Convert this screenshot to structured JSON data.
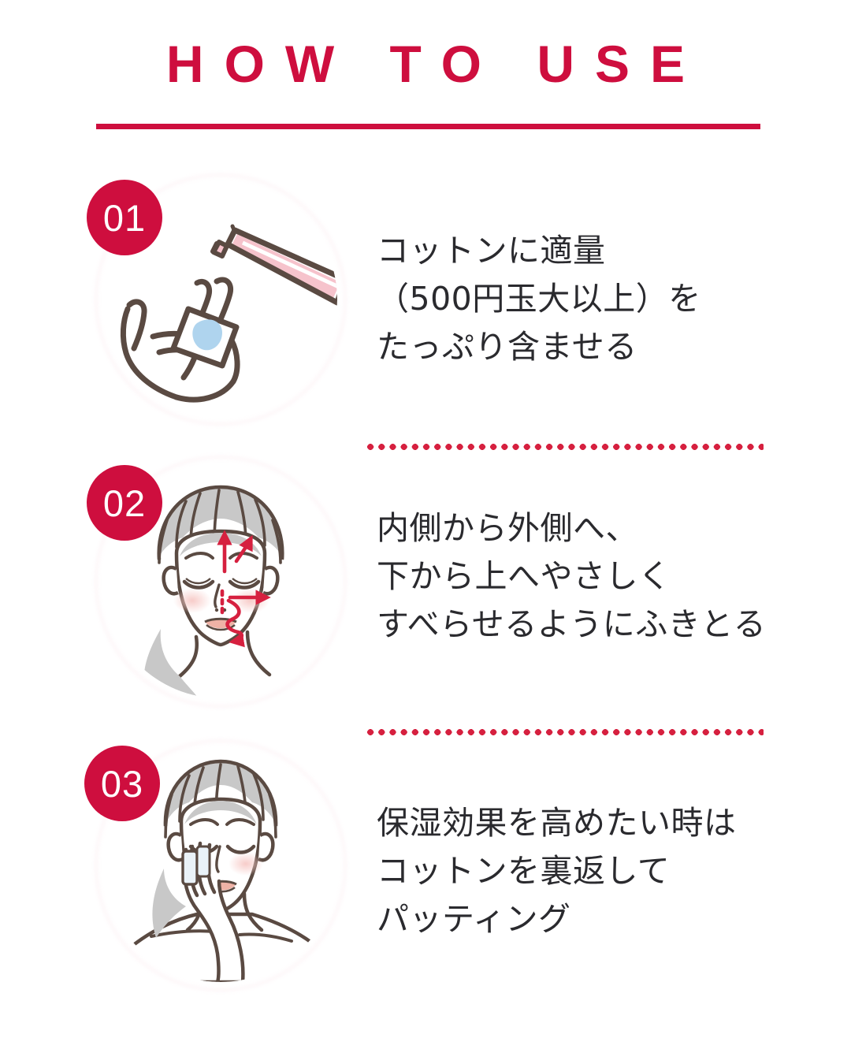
{
  "header": {
    "title": "HOW TO USE",
    "accent_color": "#CE0E3E",
    "rule_color": "#CE0E3E"
  },
  "theme": {
    "background": "#FFFFFF",
    "badge_color": "#CE0E3E",
    "badge_text_color": "#FFFFFF",
    "body_text_color": "#2A2A2E",
    "dot_color": "#D6203F",
    "halo_pink": "#F0A0B6",
    "illustration_line": "#5A4A42",
    "bottle_pink": "#F6C3CC",
    "cotton_blue": "#AFD4EE",
    "hair_gray": "#C8C8C8",
    "blush_pink": "#F7D4D2"
  },
  "steps": [
    {
      "number": "01",
      "illustration": "hand-holding-cotton-pad-with-bottle-pouring-lotion",
      "lines": [
        "コットンに適量",
        "（500円玉大以上）を",
        "たっぷり含ませる"
      ]
    },
    {
      "number": "02",
      "illustration": "womans-face-with-red-wipe-direction-arrows",
      "lines": [
        "内側から外側へ、",
        "下から上へやさしく",
        "すべらせるようにふきとる"
      ]
    },
    {
      "number": "03",
      "illustration": "woman-patting-cheek-with-cotton-pad",
      "lines": [
        "保湿効果を高めたい時は",
        "コットンを裏返して",
        "パッティング"
      ]
    }
  ],
  "separators": [
    {
      "style": "dotted"
    },
    {
      "style": "dotted"
    }
  ]
}
